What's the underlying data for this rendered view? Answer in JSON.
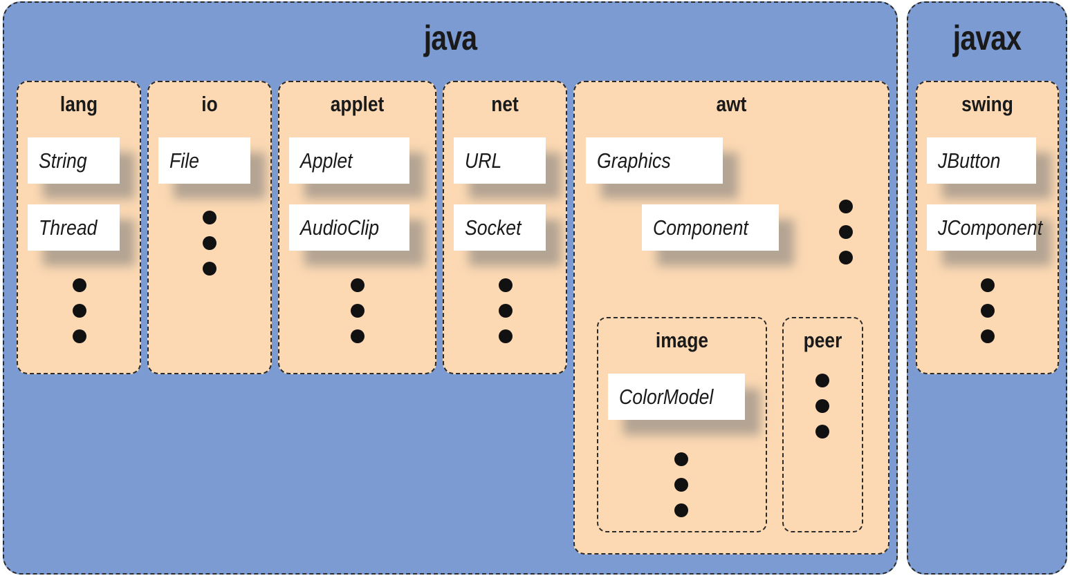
{
  "java": {
    "title": "java",
    "lang": {
      "title": "lang",
      "classes": [
        "String",
        "Thread"
      ]
    },
    "io": {
      "title": "io",
      "classes": [
        "File"
      ]
    },
    "applet": {
      "title": "applet",
      "classes": [
        "Applet",
        "AudioClip"
      ]
    },
    "net": {
      "title": "net",
      "classes": [
        "URL",
        "Socket"
      ]
    },
    "awt": {
      "title": "awt",
      "classes": [
        "Graphics",
        "Component"
      ],
      "image": {
        "title": "image",
        "classes": [
          "ColorModel"
        ]
      },
      "peer": {
        "title": "peer"
      }
    }
  },
  "javax": {
    "title": "javax",
    "swing": {
      "title": "swing",
      "classes": [
        "JButton",
        "JComponent"
      ]
    }
  },
  "colors": {
    "root_package": "#7b9bd2",
    "sub_package": "#fcd9b3",
    "class_box": "#ffffff"
  }
}
